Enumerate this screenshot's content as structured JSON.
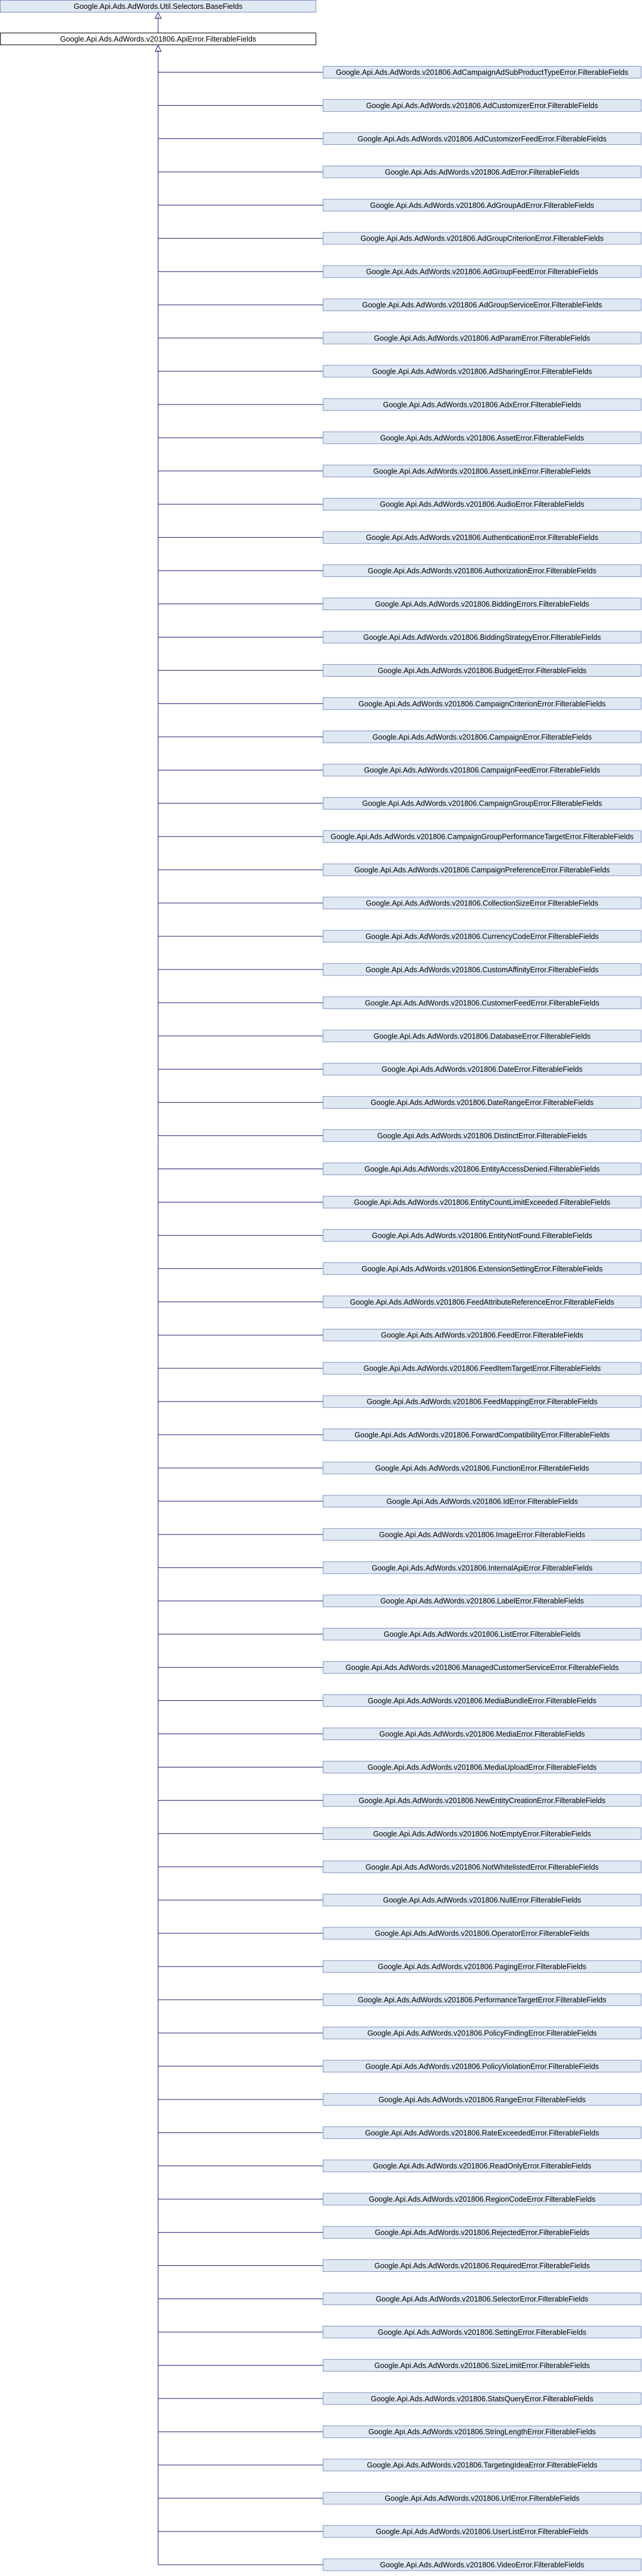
{
  "diagram": {
    "type": "inheritance",
    "colors": {
      "edge": "#191970",
      "box_fill": "#e0e8f4",
      "box_stroke": "#7f93bf",
      "focus_fill": "#ffffff",
      "focus_stroke": "#000000",
      "text": "#000000"
    },
    "base_class": "Google.Api.Ads.AdWords.Util.Selectors.BaseFields",
    "focus_class": "Google.Api.Ads.AdWords.v201806.ApiError.FilterableFields",
    "children": [
      "Google.Api.Ads.AdWords.v201806.AdCampaignAdSubProductTypeError.FilterableFields",
      "Google.Api.Ads.AdWords.v201806.AdCustomizerError.FilterableFields",
      "Google.Api.Ads.AdWords.v201806.AdCustomizerFeedError.FilterableFields",
      "Google.Api.Ads.AdWords.v201806.AdError.FilterableFields",
      "Google.Api.Ads.AdWords.v201806.AdGroupAdError.FilterableFields",
      "Google.Api.Ads.AdWords.v201806.AdGroupCriterionError.FilterableFields",
      "Google.Api.Ads.AdWords.v201806.AdGroupFeedError.FilterableFields",
      "Google.Api.Ads.AdWords.v201806.AdGroupServiceError.FilterableFields",
      "Google.Api.Ads.AdWords.v201806.AdParamError.FilterableFields",
      "Google.Api.Ads.AdWords.v201806.AdSharingError.FilterableFields",
      "Google.Api.Ads.AdWords.v201806.AdxError.FilterableFields",
      "Google.Api.Ads.AdWords.v201806.AssetError.FilterableFields",
      "Google.Api.Ads.AdWords.v201806.AssetLinkError.FilterableFields",
      "Google.Api.Ads.AdWords.v201806.AudioError.FilterableFields",
      "Google.Api.Ads.AdWords.v201806.AuthenticationError.FilterableFields",
      "Google.Api.Ads.AdWords.v201806.AuthorizationError.FilterableFields",
      "Google.Api.Ads.AdWords.v201806.BiddingErrors.FilterableFields",
      "Google.Api.Ads.AdWords.v201806.BiddingStrategyError.FilterableFields",
      "Google.Api.Ads.AdWords.v201806.BudgetError.FilterableFields",
      "Google.Api.Ads.AdWords.v201806.CampaignCriterionError.FilterableFields",
      "Google.Api.Ads.AdWords.v201806.CampaignError.FilterableFields",
      "Google.Api.Ads.AdWords.v201806.CampaignFeedError.FilterableFields",
      "Google.Api.Ads.AdWords.v201806.CampaignGroupError.FilterableFields",
      "Google.Api.Ads.AdWords.v201806.CampaignGroupPerformanceTargetError.FilterableFields",
      "Google.Api.Ads.AdWords.v201806.CampaignPreferenceError.FilterableFields",
      "Google.Api.Ads.AdWords.v201806.CollectionSizeError.FilterableFields",
      "Google.Api.Ads.AdWords.v201806.CurrencyCodeError.FilterableFields",
      "Google.Api.Ads.AdWords.v201806.CustomAffinityError.FilterableFields",
      "Google.Api.Ads.AdWords.v201806.CustomerFeedError.FilterableFields",
      "Google.Api.Ads.AdWords.v201806.DatabaseError.FilterableFields",
      "Google.Api.Ads.AdWords.v201806.DateError.FilterableFields",
      "Google.Api.Ads.AdWords.v201806.DateRangeError.FilterableFields",
      "Google.Api.Ads.AdWords.v201806.DistinctError.FilterableFields",
      "Google.Api.Ads.AdWords.v201806.EntityAccessDenied.FilterableFields",
      "Google.Api.Ads.AdWords.v201806.EntityCountLimitExceeded.FilterableFields",
      "Google.Api.Ads.AdWords.v201806.EntityNotFound.FilterableFields",
      "Google.Api.Ads.AdWords.v201806.ExtensionSettingError.FilterableFields",
      "Google.Api.Ads.AdWords.v201806.FeedAttributeReferenceError.FilterableFields",
      "Google.Api.Ads.AdWords.v201806.FeedError.FilterableFields",
      "Google.Api.Ads.AdWords.v201806.FeedItemTargetError.FilterableFields",
      "Google.Api.Ads.AdWords.v201806.FeedMappingError.FilterableFields",
      "Google.Api.Ads.AdWords.v201806.ForwardCompatibilityError.FilterableFields",
      "Google.Api.Ads.AdWords.v201806.FunctionError.FilterableFields",
      "Google.Api.Ads.AdWords.v201806.IdError.FilterableFields",
      "Google.Api.Ads.AdWords.v201806.ImageError.FilterableFields",
      "Google.Api.Ads.AdWords.v201806.InternalApiError.FilterableFields",
      "Google.Api.Ads.AdWords.v201806.LabelError.FilterableFields",
      "Google.Api.Ads.AdWords.v201806.ListError.FilterableFields",
      "Google.Api.Ads.AdWords.v201806.ManagedCustomerServiceError.FilterableFields",
      "Google.Api.Ads.AdWords.v201806.MediaBundleError.FilterableFields",
      "Google.Api.Ads.AdWords.v201806.MediaError.FilterableFields",
      "Google.Api.Ads.AdWords.v201806.MediaUploadError.FilterableFields",
      "Google.Api.Ads.AdWords.v201806.NewEntityCreationError.FilterableFields",
      "Google.Api.Ads.AdWords.v201806.NotEmptyError.FilterableFields",
      "Google.Api.Ads.AdWords.v201806.NotWhitelistedError.FilterableFields",
      "Google.Api.Ads.AdWords.v201806.NullError.FilterableFields",
      "Google.Api.Ads.AdWords.v201806.OperatorError.FilterableFields",
      "Google.Api.Ads.AdWords.v201806.PagingError.FilterableFields",
      "Google.Api.Ads.AdWords.v201806.PerformanceTargetError.FilterableFields",
      "Google.Api.Ads.AdWords.v201806.PolicyFindingError.FilterableFields",
      "Google.Api.Ads.AdWords.v201806.PolicyViolationError.FilterableFields",
      "Google.Api.Ads.AdWords.v201806.RangeError.FilterableFields",
      "Google.Api.Ads.AdWords.v201806.RateExceededError.FilterableFields",
      "Google.Api.Ads.AdWords.v201806.ReadOnlyError.FilterableFields",
      "Google.Api.Ads.AdWords.v201806.RegionCodeError.FilterableFields",
      "Google.Api.Ads.AdWords.v201806.RejectedError.FilterableFields",
      "Google.Api.Ads.AdWords.v201806.RequiredError.FilterableFields",
      "Google.Api.Ads.AdWords.v201806.SelectorError.FilterableFields",
      "Google.Api.Ads.AdWords.v201806.SettingError.FilterableFields",
      "Google.Api.Ads.AdWords.v201806.SizeLimitError.FilterableFields",
      "Google.Api.Ads.AdWords.v201806.StatsQueryError.FilterableFields",
      "Google.Api.Ads.AdWords.v201806.StringLengthError.FilterableFields",
      "Google.Api.Ads.AdWords.v201806.TargetingIdeaError.FilterableFields",
      "Google.Api.Ads.AdWords.v201806.UrlError.FilterableFields",
      "Google.Api.Ads.AdWords.v201806.UserListError.FilterableFields",
      "Google.Api.Ads.AdWords.v201806.VideoError.FilterableFields"
    ]
  }
}
